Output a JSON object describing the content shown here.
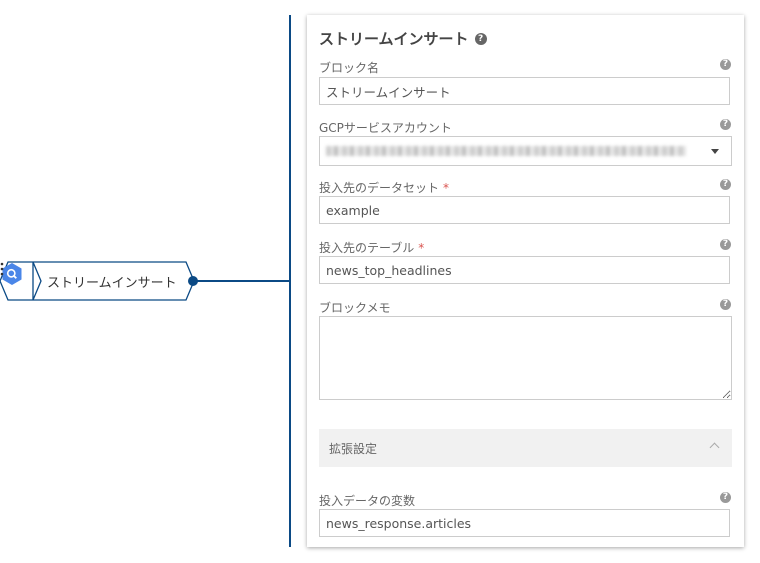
{
  "node": {
    "label": "ストリームインサート",
    "icon": "bigquery-icon",
    "menu_icon": "vertical-dots-icon"
  },
  "panel": {
    "title": "ストリームインサート",
    "help_icon": "help-icon",
    "fields": {
      "block_name": {
        "label": "ブロック名",
        "value": "ストリームインサート"
      },
      "gcp_account": {
        "label": "GCPサービスアカウント",
        "value_note": "blurred"
      },
      "dataset": {
        "label": "投入先のデータセット",
        "required_mark": "*",
        "value": "example"
      },
      "table": {
        "label": "投入先のテーブル",
        "required_mark": "*",
        "value": "news_top_headlines"
      },
      "memo": {
        "label": "ブロックメモ",
        "value": ""
      },
      "extended": {
        "label": "拡張設定"
      },
      "variable": {
        "label": "投入データの変数",
        "value": "news_response.articles"
      }
    }
  },
  "colors": {
    "flow_line": "#0b4a85",
    "node_icon_bg": "#4a86e8",
    "required": "#d9534f"
  }
}
